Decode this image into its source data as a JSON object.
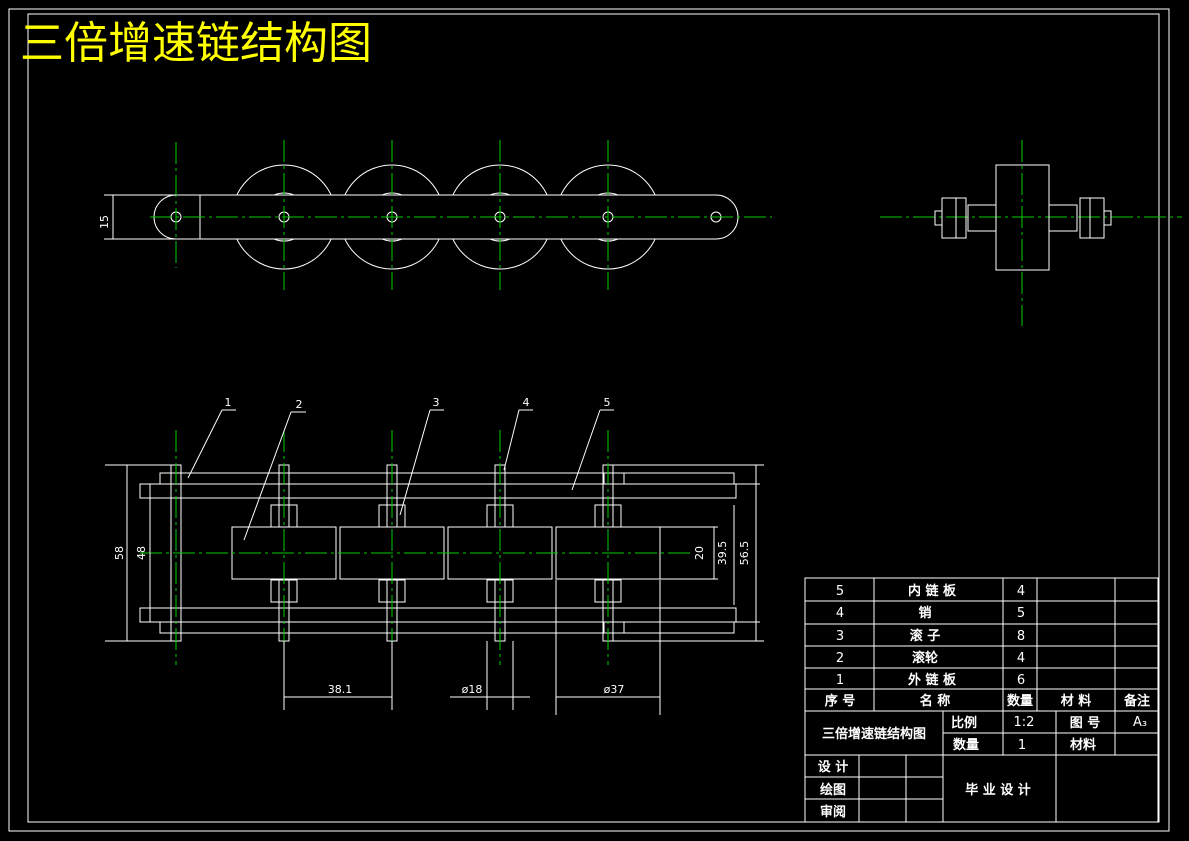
{
  "title": "三倍增速链结构图",
  "colors": {
    "title": "#ffff00",
    "lines": "#ffffff",
    "centerlines": "#00cc00",
    "background": "#000000"
  },
  "dimensions": {
    "pin_link_height": "15",
    "outer_width": "58",
    "inner_width": "48",
    "roller_length": "20",
    "inner_span": "39.5",
    "total_span": "56.5",
    "pitch": "38.1",
    "pin_diameter": "ø18",
    "roller_diameter": "ø37"
  },
  "balloons": [
    "1",
    "2",
    "3",
    "4",
    "5"
  ],
  "parts_list": {
    "rows": [
      {
        "no": "5",
        "name": "内 链 板",
        "qty": "4",
        "material": "",
        "note": ""
      },
      {
        "no": "4",
        "name": "销",
        "qty": "5",
        "material": "",
        "note": ""
      },
      {
        "no": "3",
        "name": "滚 子",
        "qty": "8",
        "material": "",
        "note": ""
      },
      {
        "no": "2",
        "name": "滚轮",
        "qty": "4",
        "material": "",
        "note": ""
      },
      {
        "no": "1",
        "name": "外 链 板",
        "qty": "6",
        "material": "",
        "note": ""
      }
    ],
    "header": {
      "no": "序  号",
      "name": "名    称",
      "qty": "数量",
      "material": "材 料",
      "note": "备注"
    }
  },
  "title_block": {
    "drawing_name": "三倍增速链结构图",
    "scale_label": "比例",
    "scale_value": "1:2",
    "drawing_no_label": "图 号",
    "drawing_no_value": "A₃",
    "quantity_label": "数量",
    "quantity_value": "1",
    "material_label": "材料",
    "design_label": "设 计",
    "draw_label": "绘图",
    "review_label": "审阅",
    "project": "毕 业 设 计"
  }
}
